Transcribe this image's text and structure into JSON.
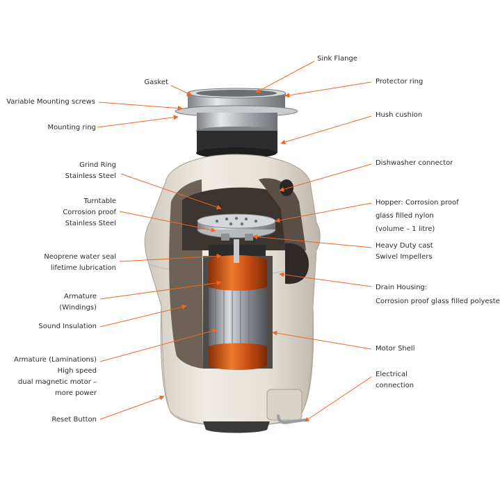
{
  "labels": {
    "sink_flange": "Sink Flange",
    "gasket": "Gasket",
    "protector_ring": "Protector ring",
    "variable_mounting_screws": "Variable Mounting screws",
    "mounting_ring": "Mounting ring",
    "hush_cushion": "Hush cushion",
    "grind_ring": "Grind Ring\nStainless Steel",
    "dishwasher_connector": "Dishwasher connector",
    "turntable": "Turntable\nCorrosion proof\nStainless Steel",
    "hopper": "Hopper: Corrosion proof\nglass filled nylon\n(volume – 1 litre)",
    "heavy_duty_impellers": "Heavy Duty cast\nSwivel Impellers",
    "neoprene_seal": "Neoprene water seal\nlifetime lubrication",
    "armature_windings": "Armature\n(Windings)",
    "drain_housing": "Drain Housing:\nCorrosion proof glass filled polyester",
    "sound_insulation": "Sound Insulation",
    "motor_shell": "Motor Shell",
    "armature_laminations": "Armature (Laminations)\nHigh speed\ndual magnetic motor –\nmore power",
    "electrical_connection": "Electrical\nconnection",
    "reset_button": "Reset Button"
  },
  "colors": {
    "leader_line": "#f26522",
    "text": "#2b2b2b",
    "body": "#e7e2da",
    "insulation": "#6e6257",
    "steel": "#b7b9bc",
    "copper": "#d65a1c"
  }
}
